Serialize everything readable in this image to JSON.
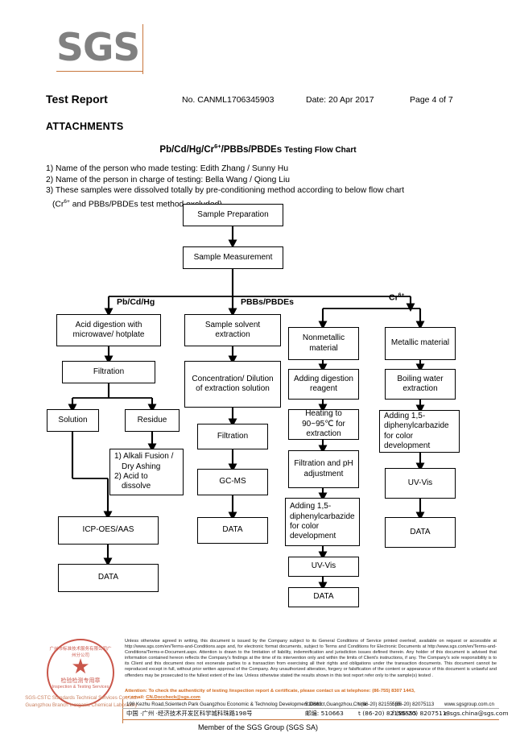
{
  "header": {
    "logo": "SGS",
    "title": "Test Report",
    "report_no": "No. CANML1706345903",
    "date": "Date: 20 Apr 2017",
    "page": "Page 4 of 7"
  },
  "attachments": {
    "heading": "ATTACHMENTS",
    "chart_title_bold": "Pb/Cd/Hg/Cr",
    "chart_title_sup": "6+",
    "chart_title_bold2": "/PBBs/PBDEs",
    "chart_title_rest": "Testing Flow Chart",
    "notes": [
      "1) Name of the person who made testing: Edith Zhang / Sunny Hu",
      "2) Name of the person in charge of testing: Bella Wang / Qiong Liu",
      "3) These samples were dissolved totally by pre-conditioning method according to below flow chart"
    ],
    "note_continuation_pre": "(Cr",
    "note_continuation_sup": "6+",
    "note_continuation_post": " and PBBs/PBDEs test method excluded)."
  },
  "flowchart": {
    "root": [
      {
        "id": "sample-preparation",
        "label": "Sample Preparation"
      },
      {
        "id": "sample-measurement",
        "label": "Sample Measurement"
      }
    ],
    "branch_labels": [
      {
        "id": "branch-pb-cd-hg",
        "label": "Pb/Cd/Hg"
      },
      {
        "id": "branch-pbbs-pbdes",
        "label": "PBBs/PBDEs"
      },
      {
        "id": "branch-cr6",
        "label_pre": "Cr",
        "label_sup": "6+"
      }
    ],
    "column_pb": [
      {
        "id": "acid-digestion",
        "label": "Acid digestion with microwave/ hotplate"
      },
      {
        "id": "filtration-pb",
        "label": "Filtration"
      },
      {
        "id": "solution",
        "label": "Solution"
      },
      {
        "id": "residue",
        "label": "Residue"
      },
      {
        "id": "alkali-fusion",
        "line1": "1) Alkali Fusion /",
        "line2": "Dry Ashing",
        "line3": "2) Acid to",
        "line4": "dissolve"
      },
      {
        "id": "icp-oes-aas",
        "label": "ICP-OES/AAS"
      },
      {
        "id": "data-pb",
        "label": "DATA"
      }
    ],
    "column_pbbs": [
      {
        "id": "sample-solvent-extraction",
        "label": "Sample solvent extraction"
      },
      {
        "id": "concentration-dilution",
        "label": "Concentration/ Dilution of extraction solution"
      },
      {
        "id": "filtration-pbbs",
        "label": "Filtration"
      },
      {
        "id": "gc-ms",
        "label": "GC-MS"
      },
      {
        "id": "data-pbbs",
        "label": "DATA"
      }
    ],
    "column_nonmetallic": [
      {
        "id": "nonmetallic-material",
        "label": "Nonmetallic material"
      },
      {
        "id": "adding-digestion-reagent",
        "label": "Adding digestion reagent"
      },
      {
        "id": "heating",
        "label": "Heating to 90~95℃ for extraction"
      },
      {
        "id": "filtration-ph",
        "label": "Filtration and pH adjustment"
      },
      {
        "id": "adding-dpc-nonmetallic",
        "label": "Adding 1,5-diphenylcarbazide for color development"
      },
      {
        "id": "uv-vis-nonmetallic",
        "label": "UV-Vis"
      },
      {
        "id": "data-nonmetallic",
        "label": "DATA"
      }
    ],
    "column_metallic": [
      {
        "id": "metallic-material",
        "label": "Metallic material"
      },
      {
        "id": "boiling-water-extraction",
        "label": "Boiling water extraction"
      },
      {
        "id": "adding-dpc-metallic",
        "label": "Adding 1,5-diphenylcarbazide for color development"
      },
      {
        "id": "uv-vis-metallic",
        "label": "UV-Vis"
      },
      {
        "id": "data-metallic",
        "label": "DATA"
      }
    ]
  },
  "footer": {
    "stamp": {
      "arc_top": "广州市标准技术服务有限公司广州分公司",
      "cn_text": "检验检测专用章",
      "en_text": "Inspection & Testing Services",
      "arc_bottom": "SGS-CSTC Standards Technical Services Co."
    },
    "lab_line_1": "SGS-CSTC Standards Technical Services Co., Ltd.",
    "lab_line_2": "Guangzhou Branch Inorganic Chemical Laboratory",
    "legal": "Unless otherwise agreed in writing, this document is issued by the Company subject to its General Conditions of Service printed overleaf, available on request or accessible at http://www.sgs.com/en/Terms-and-Conditions.aspx and, for electronic format documents, subject to Terms and Conditions for Electronic Documents at http://www.sgs.com/en/Terms-and-Conditions/Terms-e-Document.aspx. Attention is drawn to the limitation of liability, indemnification and jurisdiction issues defined therein. Any holder of this document is advised that information contained hereon reflects the Company's findings at the time of its intervention only and within the limits of Client's instructions, if any. The Company's sole responsibility is to its Client and this document does not exonerate parties to a transaction from exercising all their rights and obligations under the transaction documents. This document cannot be reproduced except in full, without prior written approval of the Company. Any unauthorized alteration, forgery or falsification of the content or appearance of this document is unlawful and offenders may be prosecuted to the fullest extent of the law. Unless otherwise stated the results shown in this test report refer only to the sample(s) tested .",
    "attention_line1": "Attention: To check the authenticity of testing /inspection report & certificate, please contact us at telephone: (86-755) 8307 1443,",
    "attention_line2_pre": "or email: ",
    "attention_email": "CN.Doccheck@sgs.com",
    "address_en": {
      "street": "198 Kezhu Road,Scientech Park Guangzhou Economic & Technolog Development District,Guangzhou,China",
      "postcode": "510663",
      "tel": "t (86-20) 82155555",
      "fax": "f (86-20) 82075113",
      "web": "www.sgsgroup.com.cn"
    },
    "address_cn": {
      "street": "中国 ·广州 ·经济技术开发区科学城科珠路198号",
      "postcode_label": "邮编: 510663",
      "tel": "t (86-20) 82155555",
      "fax": "f (86-20) 82075113",
      "email": "e sgs.china@sgs.com"
    },
    "member_line": "Member of the SGS Group (SGS SA)"
  },
  "colors": {
    "sgs_gray": "#808080",
    "sgs_orange": "#c8763c",
    "stamp_red": "#c0392b",
    "attention_orange": "#d2691e"
  }
}
